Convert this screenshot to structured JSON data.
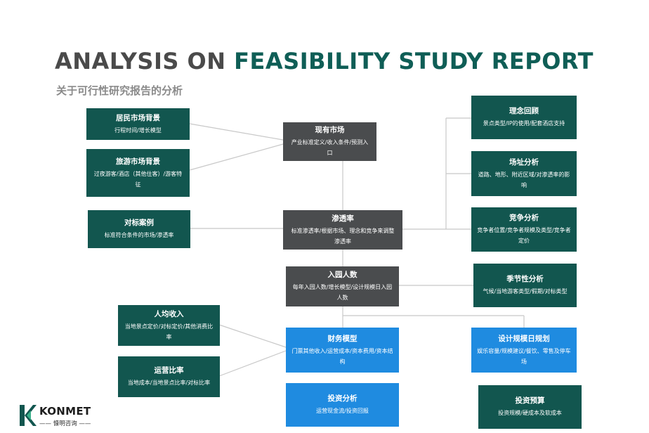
{
  "header": {
    "title_part1": "ANALYSIS ON ",
    "title_part2": "FEASIBILITY STUDY REPORT",
    "subtitle": "关于可行性研究报告的分析"
  },
  "boxes": {
    "residential": {
      "title": "居民市场背景",
      "sub": "行程时间/增长模型"
    },
    "tourism": {
      "title": "旅游市场背景",
      "sub": "过夜游客/酒店（其他住客）/游客特征"
    },
    "benchmark": {
      "title": "对标案例",
      "sub": "标准符合条件的市场/渗透率"
    },
    "per_capita": {
      "title": "人均收入",
      "sub": "当地景点定价/对标定价/其他消费比率"
    },
    "operating": {
      "title": "运营比率",
      "sub": "当地成本/当地景点比率/对标比率"
    },
    "existing_market": {
      "title": "现有市场",
      "sub": "产业标准定义/收入条件/预测入口"
    },
    "penetration": {
      "title": "渗透率",
      "sub": "标准渗透率/根据市场、理念和竞争来调整渗透率"
    },
    "attendance": {
      "title": "入园人数",
      "sub": "每年入园人数/增长模型/设计规模日入园人数"
    },
    "financial": {
      "title": "财务模型",
      "sub": "门票其他收入/运营成本/资本费用/资本结构"
    },
    "investment_analysis": {
      "title": "投资分析",
      "sub": "运营现金流/投资回报"
    },
    "concept": {
      "title": "理念回顾",
      "sub": "景点类型/IP的使用/配套酒店支持"
    },
    "site": {
      "title": "场址分析",
      "sub": "道路、地形、附近区域/对渗透率的影响"
    },
    "competition": {
      "title": "竞争分析",
      "sub": "竞争者位置/竞争者规模及类型/竞争者定价"
    },
    "seasonality": {
      "title": "季节性分析",
      "sub": "气候/当地游客类型/假期/对标类型"
    },
    "design_scale": {
      "title": "设计规模日规划",
      "sub": "娱乐容量/规模建议/餐饮、零售及停车场"
    },
    "investment_budget": {
      "title": "投资预算",
      "sub": "投资规模/硬成本及软成本"
    }
  },
  "logo": {
    "name": "KONMET",
    "cn": "—— 慷明咨询 ——"
  },
  "colors": {
    "teal": "#12564f",
    "gray": "#4a4c4e",
    "blue": "#1f8be0",
    "title_gray": "#4a4a4a",
    "title_teal": "#0f5e56",
    "connector": "#c8c8c8"
  }
}
